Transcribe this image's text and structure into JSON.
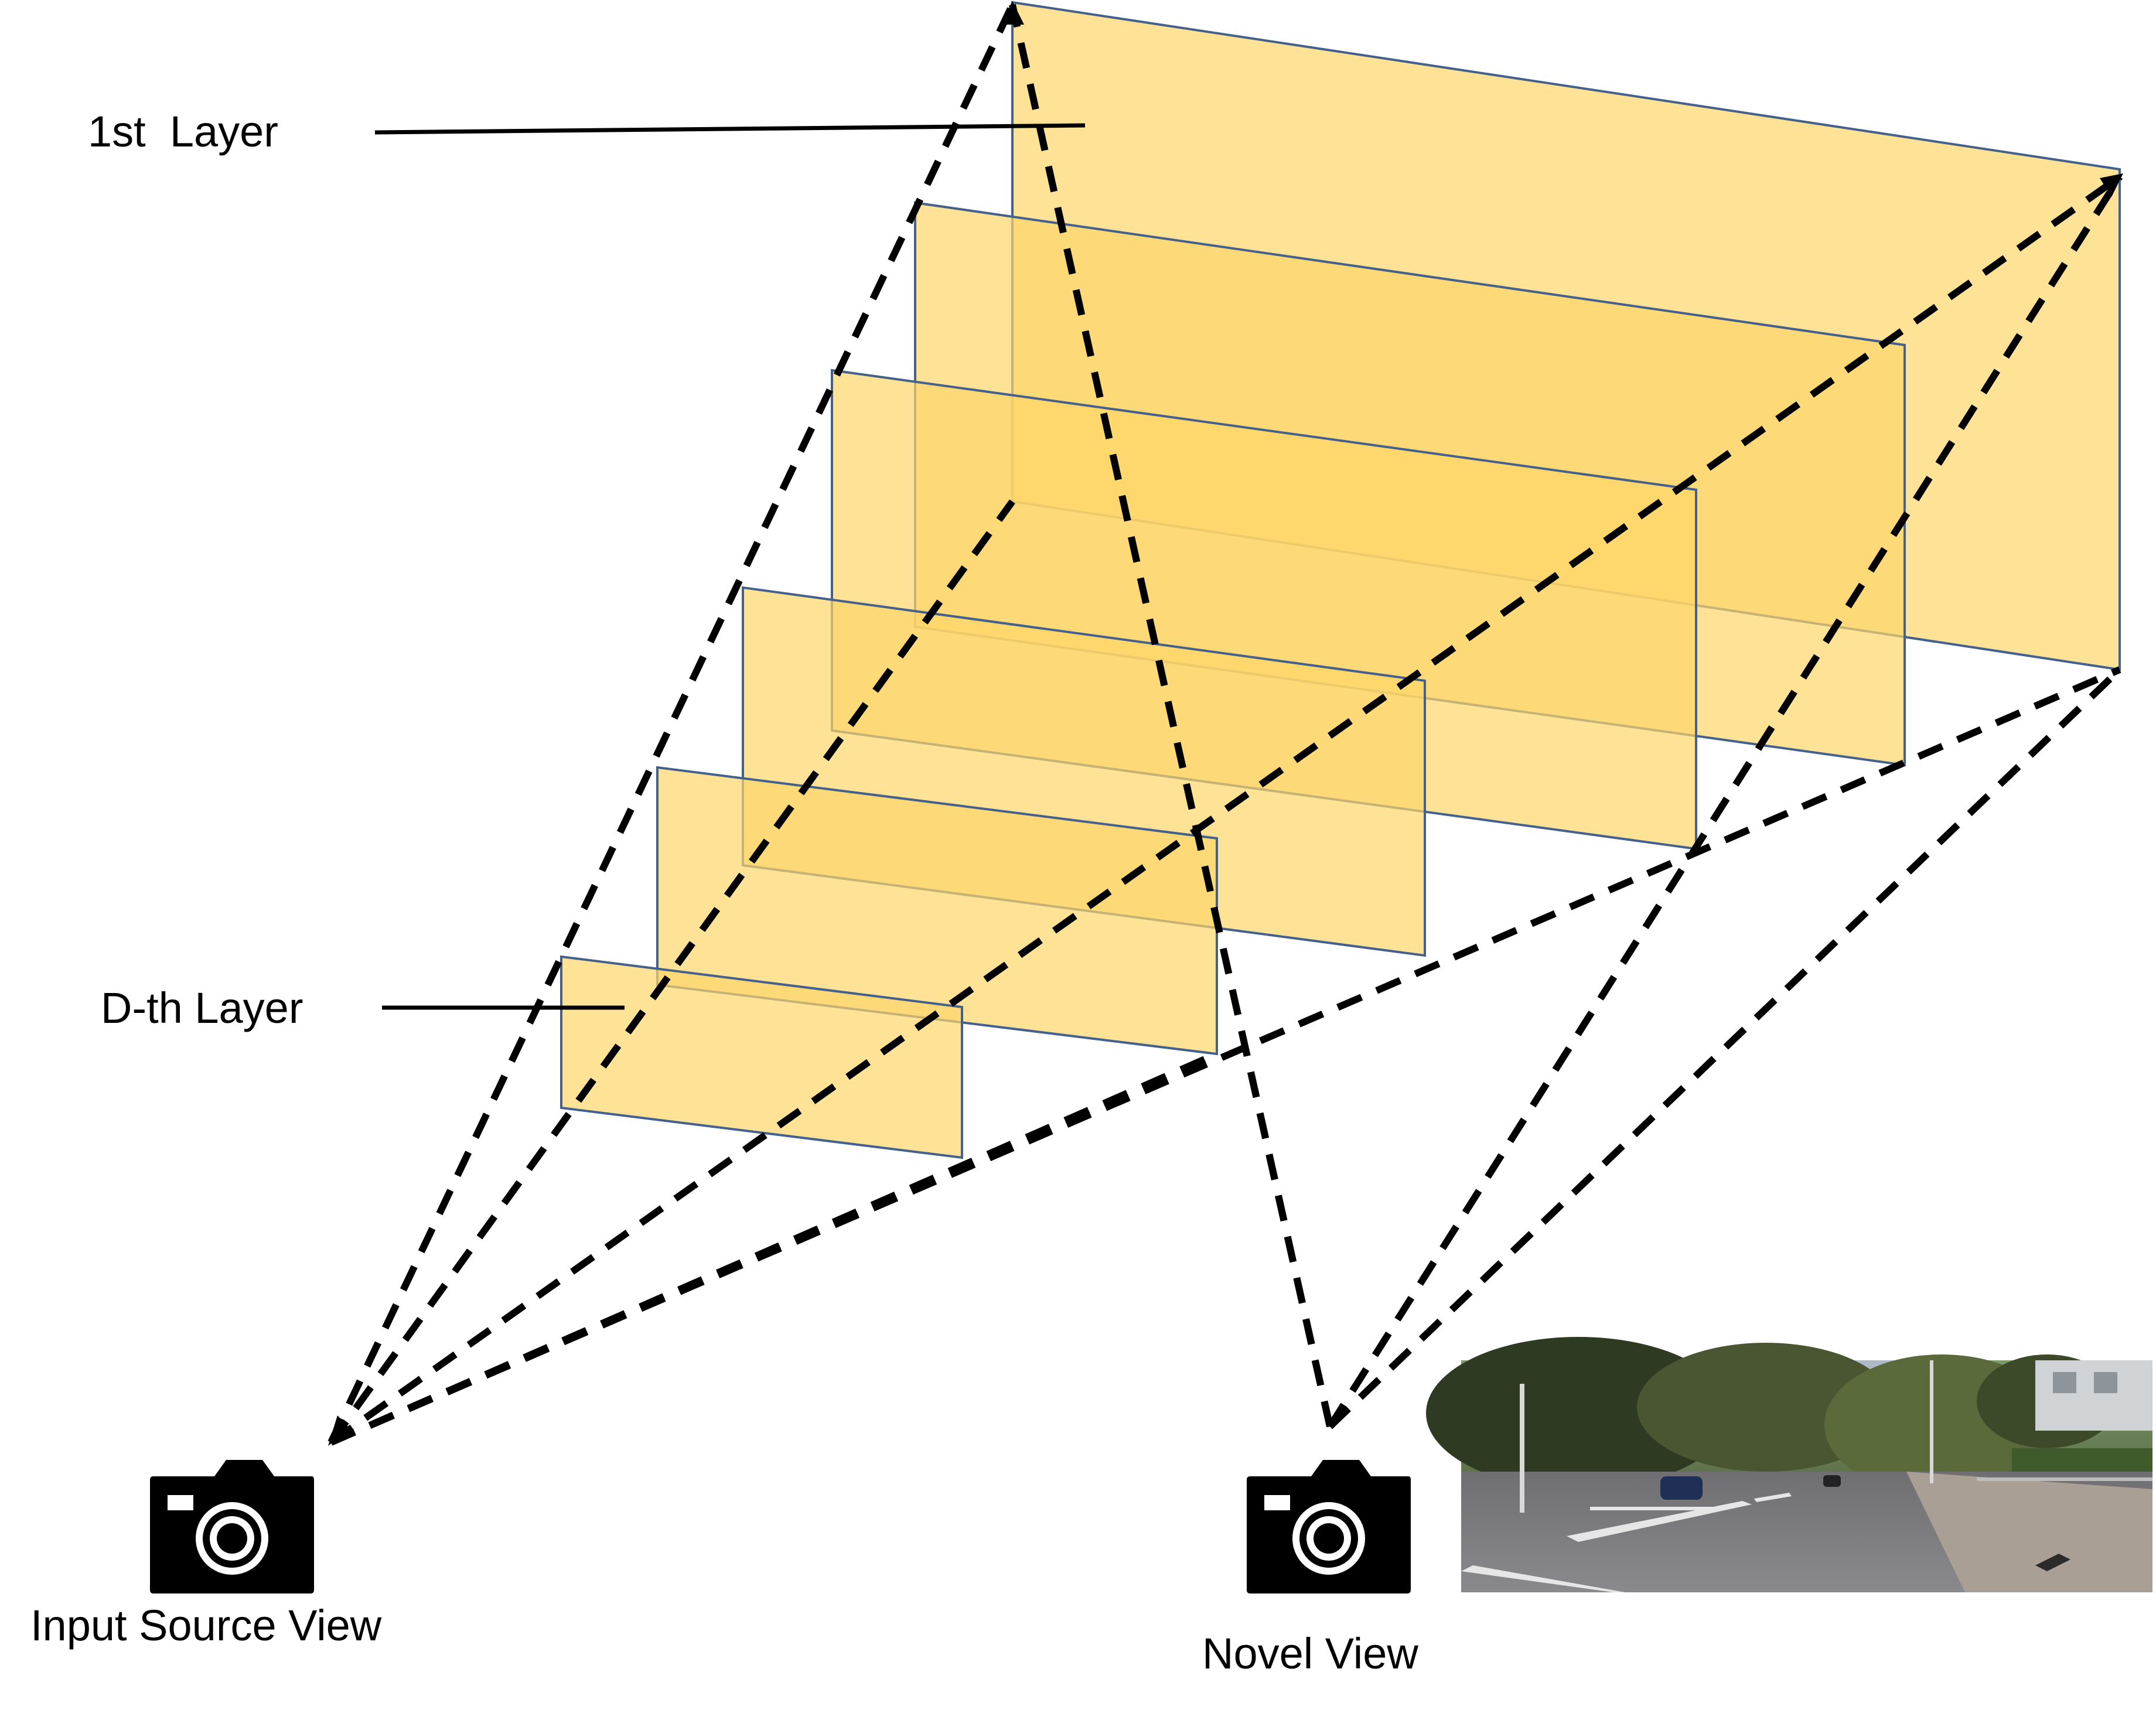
{
  "labels": {
    "first_layer": "1st  Layer",
    "dth_layer": "D-th Layer",
    "input_view": "Input Source View",
    "novel_view": "Novel View"
  },
  "icons": {
    "input_camera": "camera-icon",
    "novel_camera": "camera-icon"
  },
  "colors": {
    "plane_fill": "#fdd669",
    "plane_edge": "#44608c",
    "ray": "#000000"
  }
}
